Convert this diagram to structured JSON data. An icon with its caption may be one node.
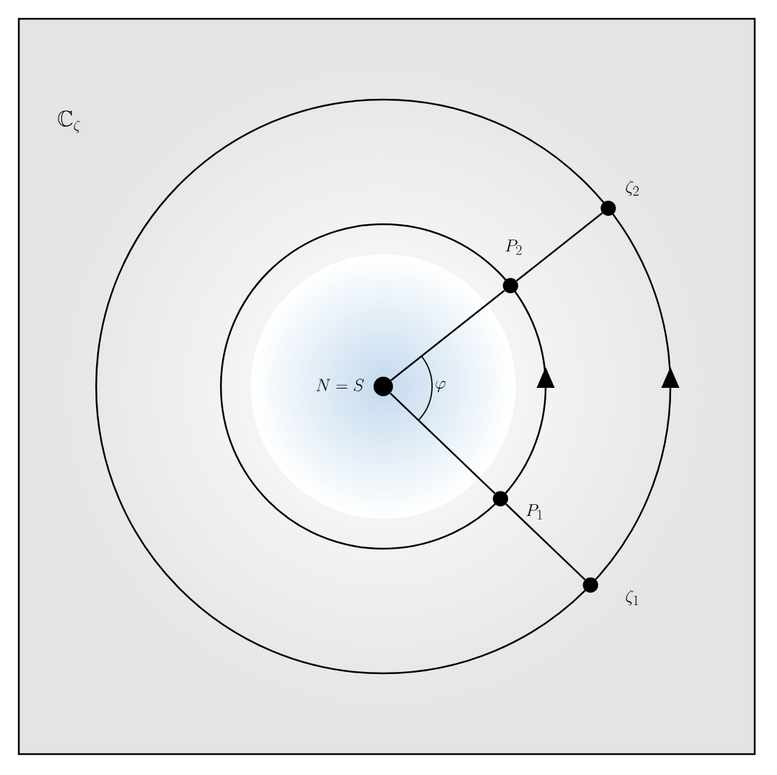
{
  "diagram": {
    "nodes": [
      {
        "text": [],
        "shape": "circle",
        "beside": [
          "N = S"
        ]
      },
      {
        "text": [],
        "shape": "circle",
        "beside": [
          "P_1"
        ]
      },
      {
        "text": [],
        "shape": "circle",
        "beside": [
          "P_2"
        ]
      },
      {
        "text": [],
        "shape": "circle",
        "beside": [
          "\\zeta_1"
        ]
      },
      {
        "text": [],
        "shape": "circle",
        "beside": [
          "\\zeta_2"
        ]
      }
    ],
    "edges": [
      {
        "from": 0,
        "to": 1,
        "arrow": "none"
      },
      {
        "from": 1,
        "to": 3,
        "arrow": "none"
      },
      {
        "from": 0,
        "to": 2,
        "arrow": "none"
      },
      {
        "from": 2,
        "to": 4,
        "arrow": "none"
      }
    ],
    "labels": [
      "\\mathbb{C}_\\zeta",
      "\\varphi"
    ]
  }
}
